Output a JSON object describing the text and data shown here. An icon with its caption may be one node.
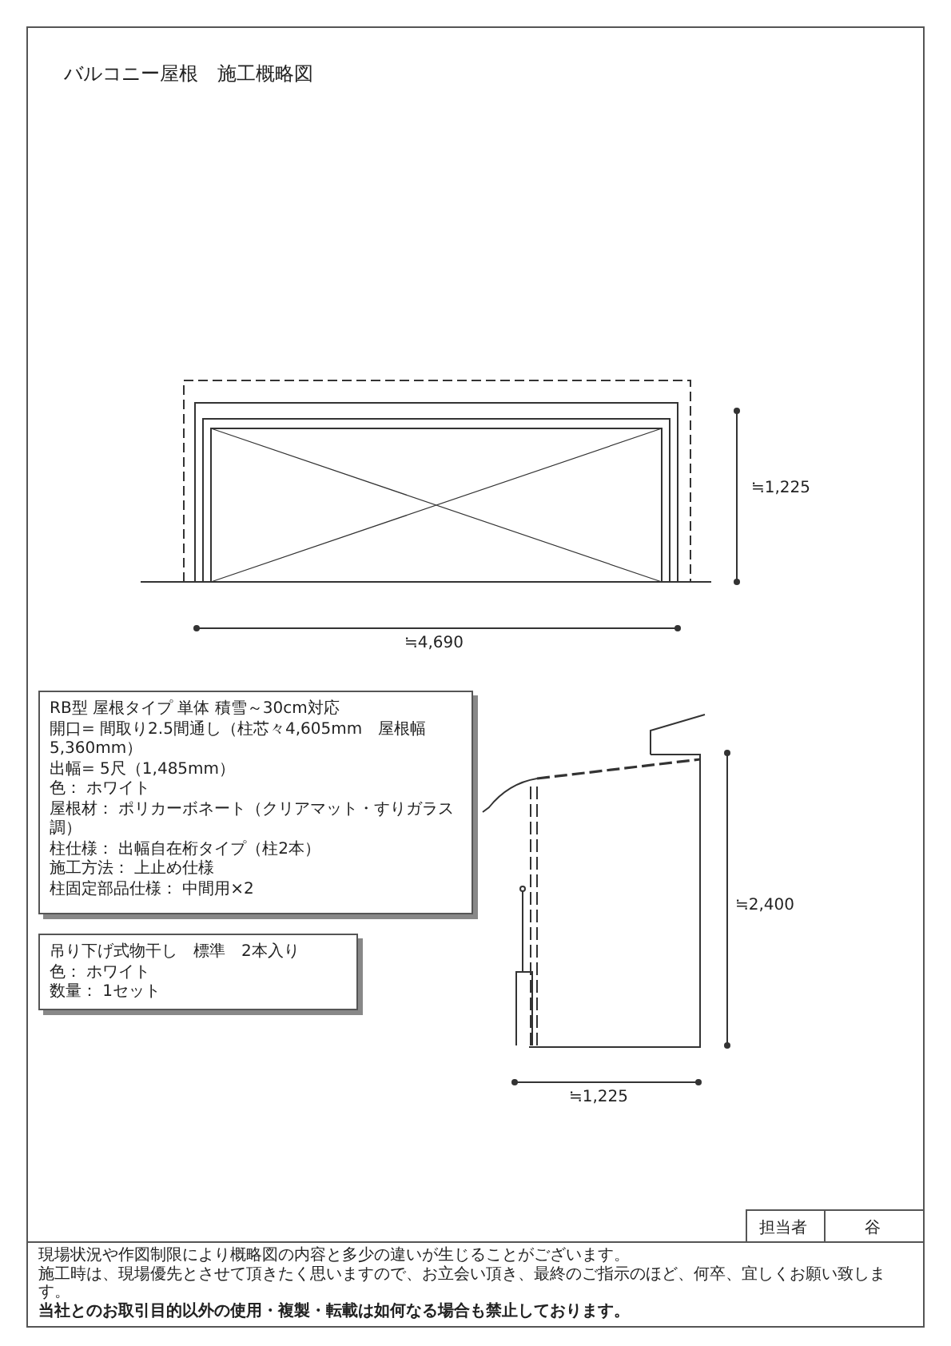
{
  "diagram": {
    "title": "バルコニー屋根　施工概略図",
    "nodes": [
      {
        "text": [
          "RB型 屋根タイプ 単体 積雪～30cm対応",
          "開口= 間取り2.5間通し（柱芯々4,605mm　屋根幅5,360mm）",
          "出幅= 5尺（1,485mm）",
          "色： ホワイト",
          "屋根材： ポリカーボネート（クリアマット・すりガラス調）",
          "柱仕様： 出幅自在桁タイプ（柱2本）",
          "施工方法： 上止め仕様",
          "柱固定部品仕様： 中間用×2"
        ]
      },
      {
        "text": [
          "吊り下げ式物干し　標準　2本入り",
          "色： ホワイト",
          "数量： 1セット"
        ]
      }
    ],
    "labels": [
      "≒1,225",
      "≒4,690",
      "≒2,400",
      "≒1,225",
      "担当者",
      "谷",
      "現場状況や作図制限により概略図の内容と多少の違いが生じることがございます。",
      "施工時は、現場優先とさせて頂きたく思いますので、お立会い頂き、最終のご指示のほど、何卒、宜しくお願い致します。",
      "当社とのお取引目的以外の使用・複製・転載は如何なる場合も禁止しております。"
    ]
  }
}
